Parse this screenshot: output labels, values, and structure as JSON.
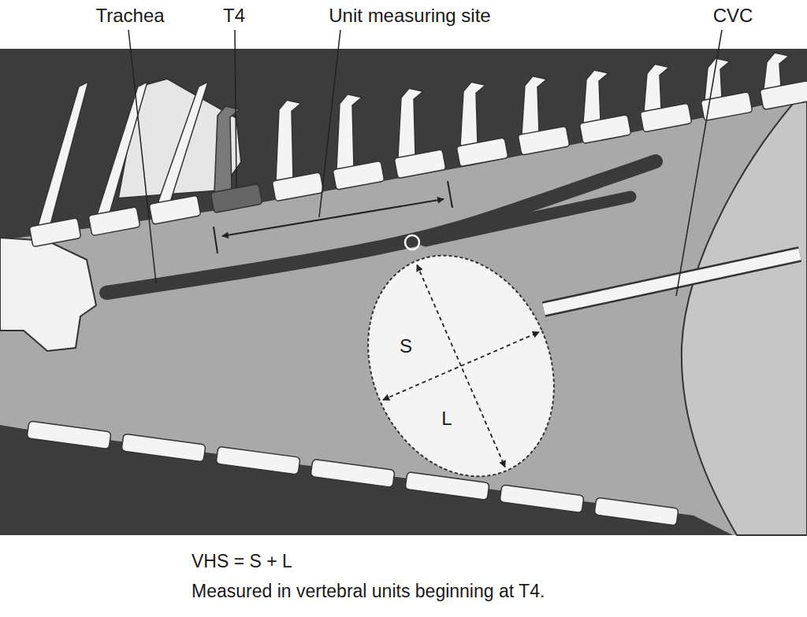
{
  "diagram": {
    "nodes": [
      {
        "text": [
          "S",
          "L"
        ]
      }
    ],
    "labels": [
      "Trachea",
      "T4",
      "Unit measuring site",
      "CVC",
      "VHS = S + L",
      "Measured in vertebral units beginning at T4."
    ]
  }
}
